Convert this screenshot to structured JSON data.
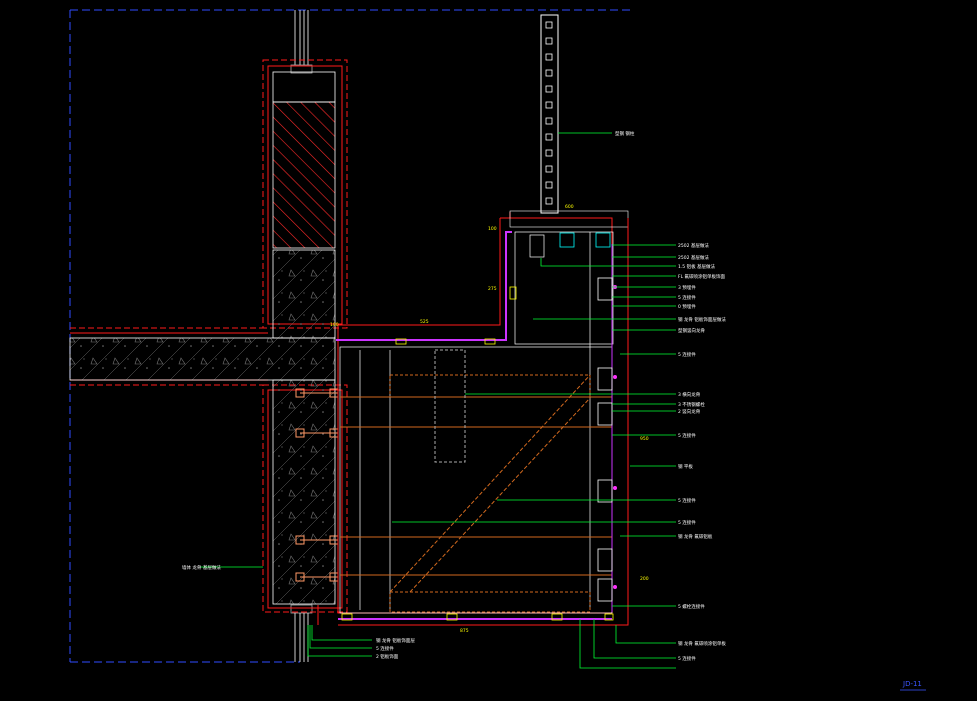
{
  "drawing": {
    "sheet_no": "JD-11",
    "dimensions": {
      "top_width": "600",
      "left_return": "100",
      "side_upper": "275",
      "ledge_width": "525",
      "side_main": "950",
      "bottom_width": "875",
      "right_low": "200",
      "right_top": "100"
    },
    "labels": {
      "column": "型钢 钢柱",
      "r1": "2502 基层做法",
      "r2": "2502 基层做法",
      "r3": "1.5 铝板 基层做法",
      "r4": "FL 氟碳喷涂铝单板饰面",
      "r5": "3 预埋件",
      "r6": "5 连接件",
      "r7": "0 预埋件",
      "r8": "钢 龙骨 铝板饰面层做法",
      "r9": "型钢竖向龙骨",
      "r10": "5 连接件",
      "r11": "3 横向龙骨",
      "r12": "3 不锈钢螺栓",
      "r13": "2 竖向龙骨",
      "r14": "5 连接件",
      "r15": "钢 平板",
      "r16": "5 连接件",
      "l1": "墙体 龙骨 基层做法",
      "b1": "5 连接件",
      "b2": "钢 龙骨 氟碳铝板",
      "b3": "5 螺栓连接件",
      "b4": "钢 龙骨 铝板饰面层",
      "b5": "5 连接件",
      "b6": "2 铝板饰面",
      "b7": "钢 龙骨 氟碳喷涂铝单板",
      "b8": "5 连接件"
    }
  }
}
